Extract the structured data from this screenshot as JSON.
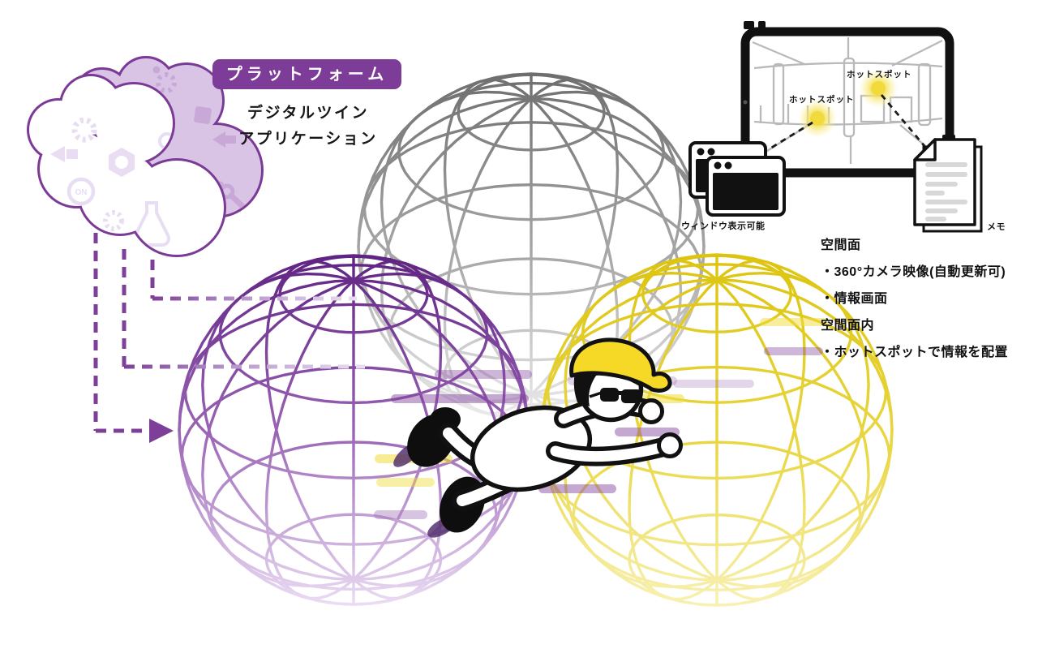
{
  "badge": {
    "label": "プラットフォーム"
  },
  "subtitle": {
    "line1": "デジタルツイン",
    "line2": "アプリケーション"
  },
  "cloud": {
    "on_label": "ON"
  },
  "tablet": {
    "hotspot_label_1": "ホットスポット",
    "hotspot_label_2": "ホットスポット"
  },
  "windows_icon": {
    "caption": "ウィンドウ表示可能"
  },
  "memo_icon": {
    "caption": "メモ"
  },
  "info_list": {
    "space_heading": "空間面",
    "space_item_camera": "・360°カメラ映像(自動更新可)",
    "space_item_info": "・情報画面",
    "inner_heading": "空間面内",
    "inner_item_hotspot": "・ホットスポットで情報を配置"
  },
  "colors": {
    "purple": "#7d3c97",
    "light_purple": "#d9c4e6",
    "sphere_yellow": "#e8d434",
    "cap_yellow": "#f6d826",
    "sphere_gray": "#8c8c8c",
    "hotspot_yellow": "#f2dc43",
    "ink": "#111111"
  }
}
